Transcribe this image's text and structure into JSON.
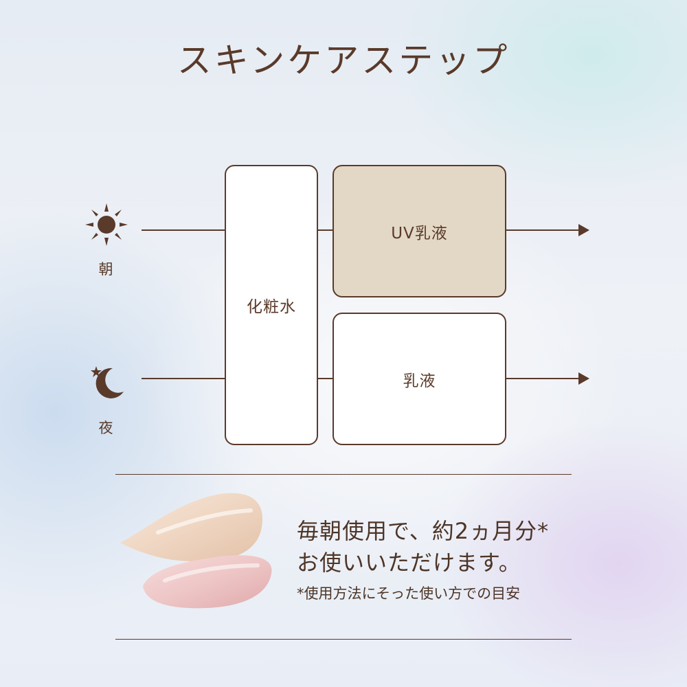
{
  "title": "スキンケアステップ",
  "rows": {
    "morning": {
      "label": "朝",
      "icon": "sun-icon"
    },
    "night": {
      "label": "夜",
      "icon": "moon-star-icon"
    }
  },
  "boxes": {
    "toner": "化粧水",
    "uv_emulsion": "UV乳液",
    "emulsion": "乳液"
  },
  "note": {
    "line1": "毎朝使用で、約2ヵ月分*",
    "line2": "お使いいただけます。",
    "footnote": "*使用方法にそった使い方での目安"
  },
  "colors": {
    "text_brown": "#5a3a2a",
    "uv_box_fill": "#e3d8c6",
    "box_fill": "#ffffff"
  }
}
